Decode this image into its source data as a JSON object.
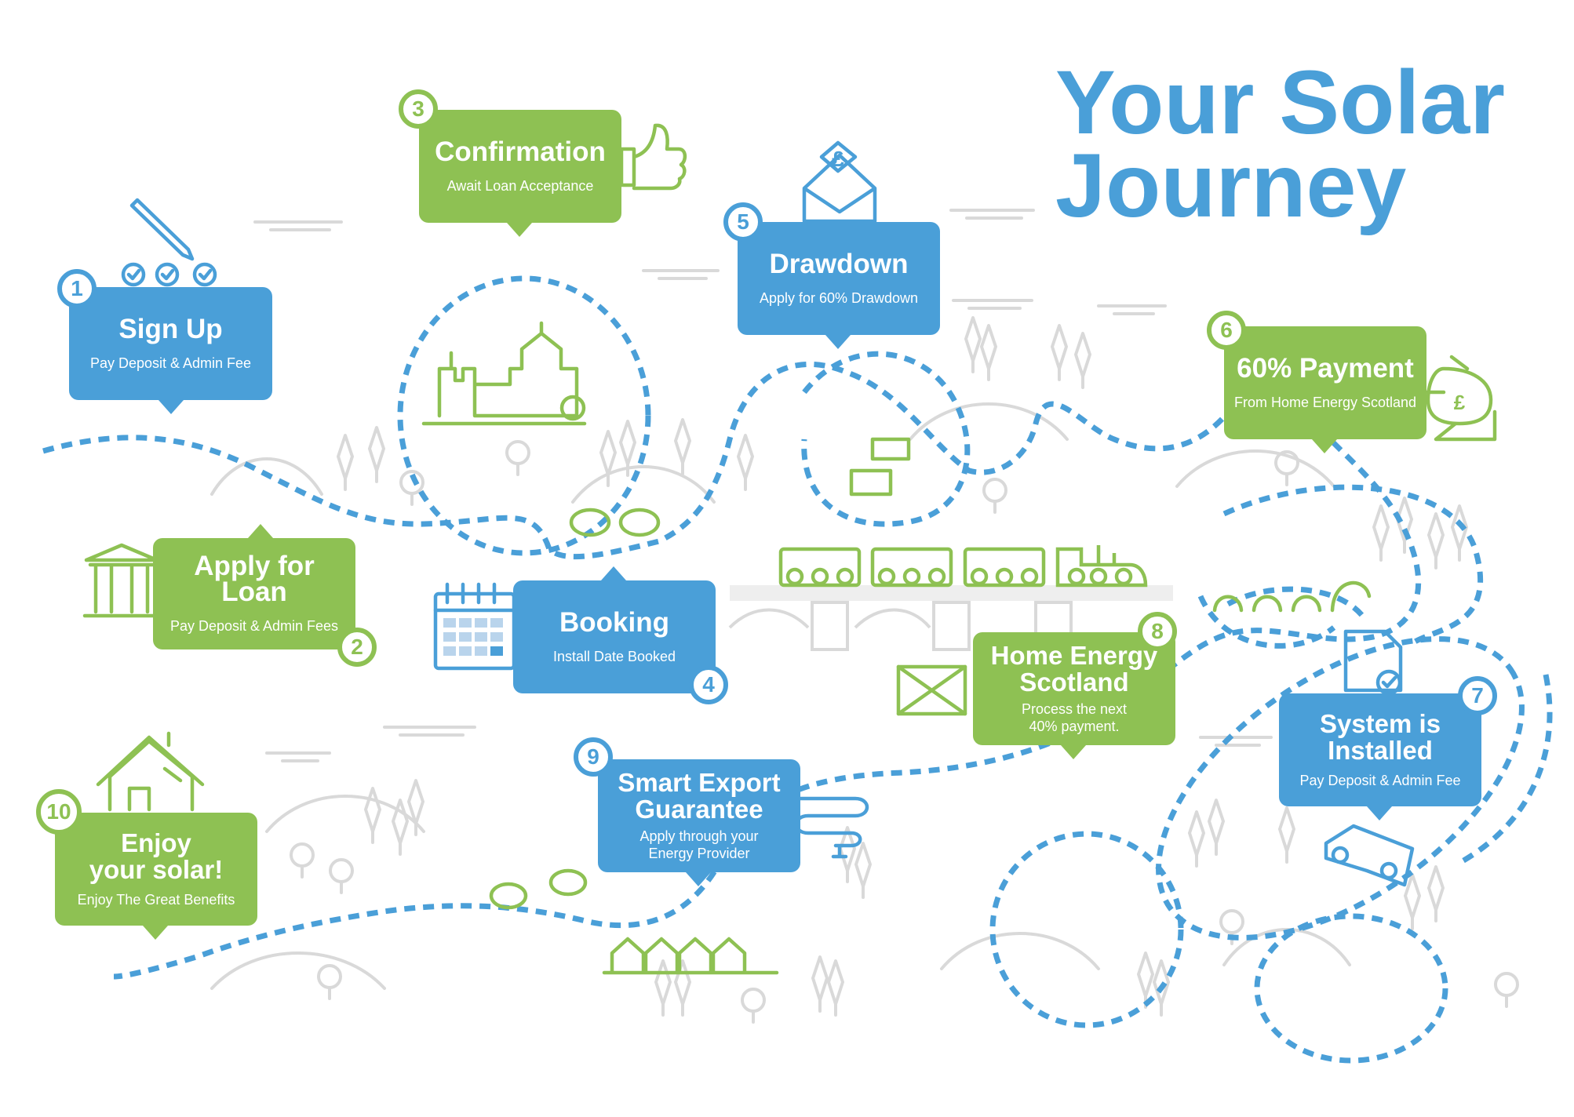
{
  "title": {
    "line1": "Your Solar",
    "line2": "Journey"
  },
  "colors": {
    "blue": "#4a9fd8",
    "green": "#8ec153",
    "grey": "#d9d9d9"
  },
  "steps": [
    {
      "number": "1",
      "title": "Sign Up",
      "subtitle": "Pay Deposit & Admin Fee",
      "color": "blue",
      "icon": "pen-checklist-icon"
    },
    {
      "number": "2",
      "title": "Apply for Loan",
      "subtitle": "Pay Deposit & Admin Fees",
      "color": "green",
      "icon": "bank-icon"
    },
    {
      "number": "3",
      "title": "Confirmation",
      "subtitle": "Await Loan Acceptance",
      "color": "green",
      "icon": "thumbs-up-icon"
    },
    {
      "number": "4",
      "title": "Booking",
      "subtitle": "Install Date Booked",
      "color": "blue",
      "icon": "calendar-icon"
    },
    {
      "number": "5",
      "title": "Drawdown",
      "subtitle": "Apply for 60% Drawdown",
      "color": "blue",
      "icon": "pound-envelope-icon"
    },
    {
      "number": "6",
      "title": "60% Payment",
      "subtitle": "From Home Energy Scotland",
      "color": "green",
      "icon": "money-bag-hand-icon"
    },
    {
      "number": "7",
      "title_line1": "System is",
      "title_line2": "Installed",
      "subtitle": "Pay Deposit & Admin Fee",
      "color": "blue",
      "icon": "document-check-icon"
    },
    {
      "number": "8",
      "title_line1": "Home Energy",
      "title_line2": "Scotland",
      "subtitle_line1": "Process the next",
      "subtitle_line2": "40% payment.",
      "color": "green",
      "icon": "scotland-flag-icon"
    },
    {
      "number": "9",
      "title_line1": "Smart Export",
      "title_line2": "Guarantee",
      "subtitle_line1": "Apply through your",
      "subtitle_line2": "Energy Provider",
      "color": "blue",
      "icon": "plug-icon"
    },
    {
      "number": "10",
      "title_line1": "Enjoy",
      "title_line2": "your solar!",
      "subtitle": "Enjoy The Great Benefits",
      "color": "green",
      "icon": "solar-house-icon"
    }
  ],
  "icon_glyphs": {
    "pound": "£"
  }
}
